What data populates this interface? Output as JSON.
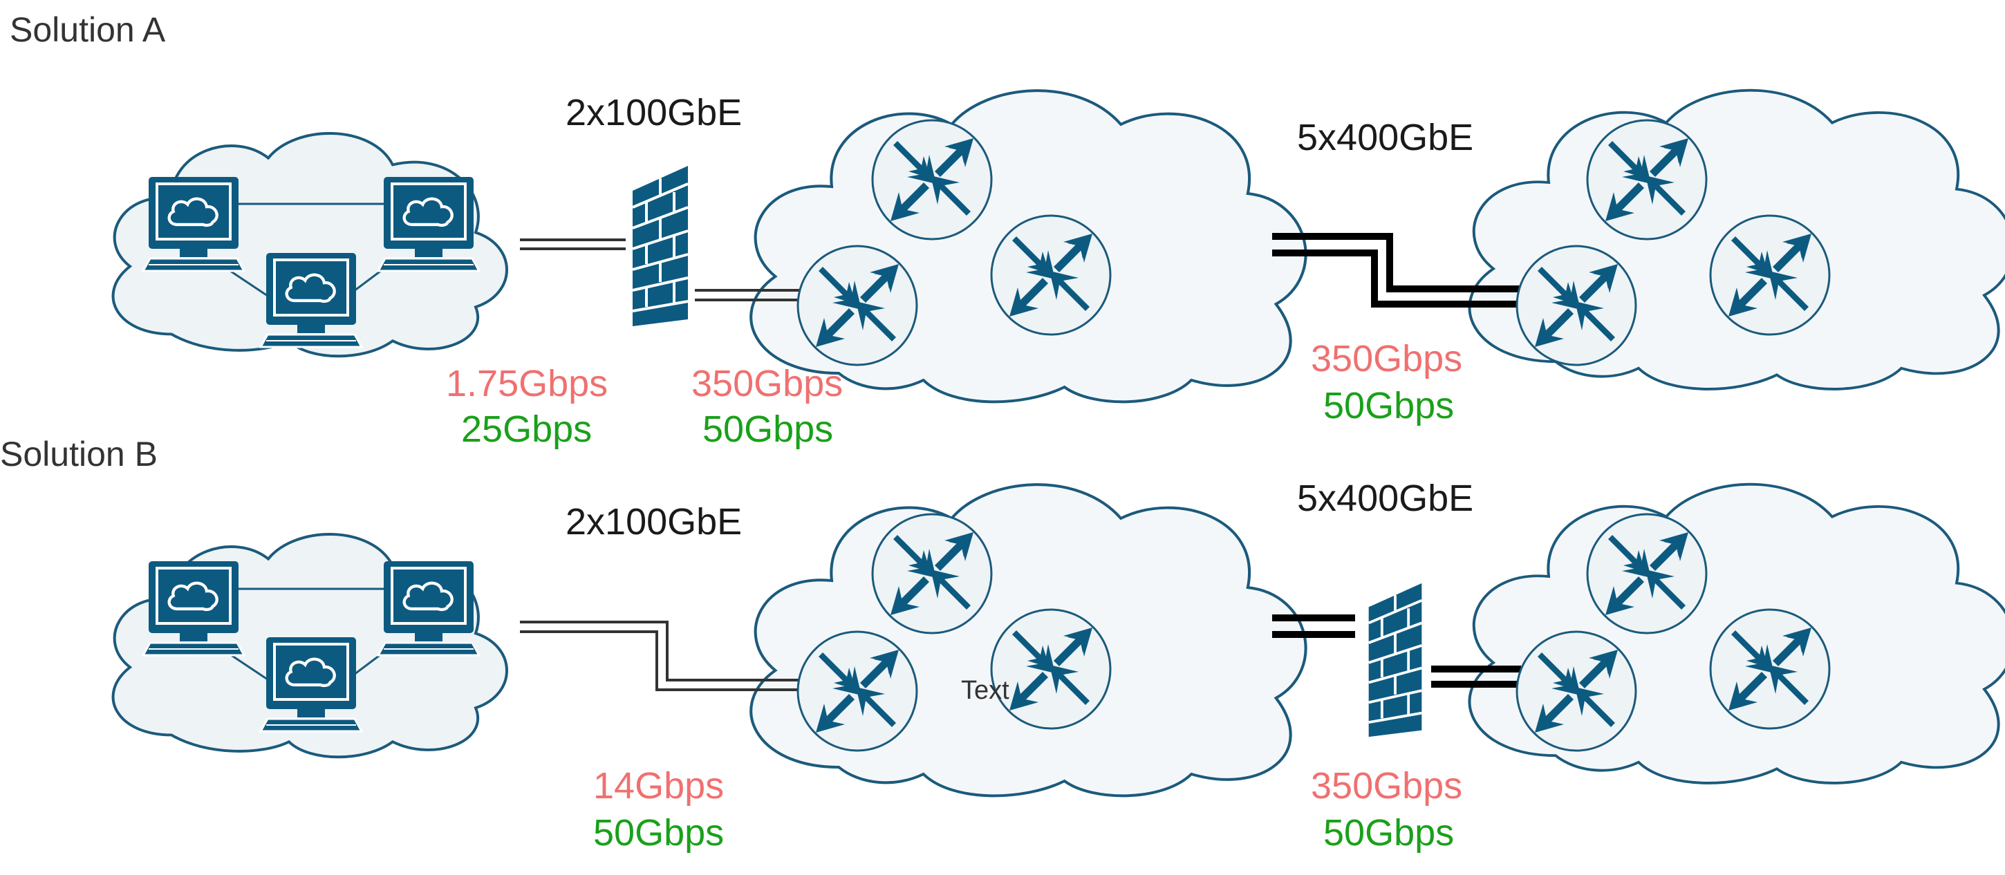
{
  "solution_a": {
    "title": "Solution A",
    "link_1_speed": "2x100GbE",
    "link_2_speed": "5x400GbE",
    "lan_to_fw": {
      "red": "1.75Gbps",
      "green": "25Gbps"
    },
    "fw_to_core": {
      "red": "350Gbps",
      "green": "50Gbps"
    },
    "core_to_remote": {
      "red": "350Gbps",
      "green": "50Gbps"
    }
  },
  "solution_b": {
    "title": "Solution B",
    "link_1_speed": "2x100GbE",
    "link_2_speed": "5x400GbE",
    "lan_to_core": {
      "red": "14Gbps",
      "green": "50Gbps"
    },
    "core_to_remote": {
      "red": "350Gbps",
      "green": "50Gbps"
    },
    "stray_text": "Text"
  },
  "colors": {
    "red_value": "#f07070",
    "green_value": "#1aa01a",
    "icon_blue": "#0d5a80",
    "cloud_stroke": "#1b5a7c"
  },
  "icons": [
    "cloud-icon",
    "workstation-icon",
    "firewall-icon",
    "router-icon"
  ]
}
